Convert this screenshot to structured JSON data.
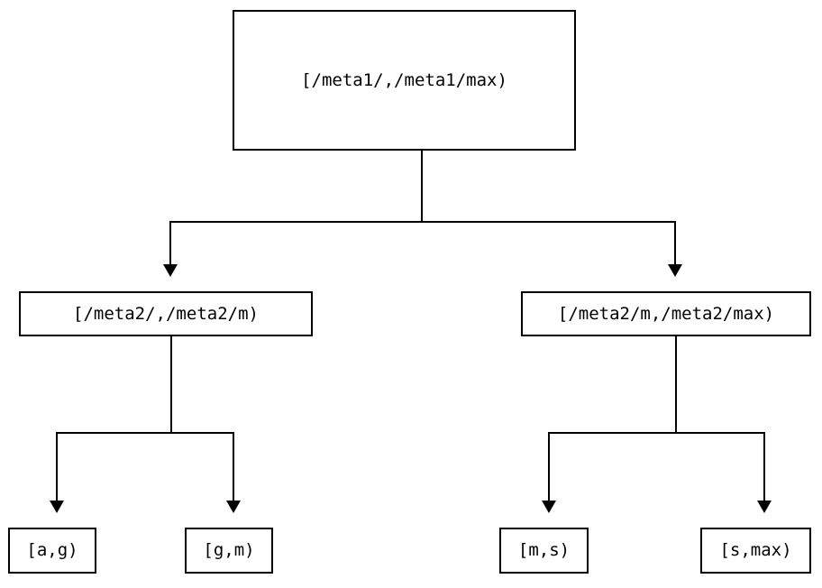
{
  "diagram": {
    "type": "tree",
    "title": "",
    "background_color": "#ffffff",
    "stroke_color": "#000000",
    "nodes": {
      "root": {
        "label": "[/meta1/,/meta1/max)"
      },
      "level2": [
        {
          "label": "[/meta2/,/meta2/m)"
        },
        {
          "label": "[/meta2/m,/meta2/max)"
        }
      ],
      "leaves": [
        {
          "label": "[a,g)"
        },
        {
          "label": "[g,m)"
        },
        {
          "label": "[m,s)"
        },
        {
          "label": "[s,max)"
        }
      ]
    },
    "edges": [
      {
        "from": "root",
        "to": "level2-0",
        "arrow": "down"
      },
      {
        "from": "root",
        "to": "level2-1",
        "arrow": "down"
      },
      {
        "from": "level2-0",
        "to": "leaf-0",
        "arrow": "down"
      },
      {
        "from": "level2-0",
        "to": "leaf-1",
        "arrow": "down"
      },
      {
        "from": "level2-1",
        "to": "leaf-2",
        "arrow": "down"
      },
      {
        "from": "level2-1",
        "to": "leaf-3",
        "arrow": "down"
      }
    ]
  }
}
